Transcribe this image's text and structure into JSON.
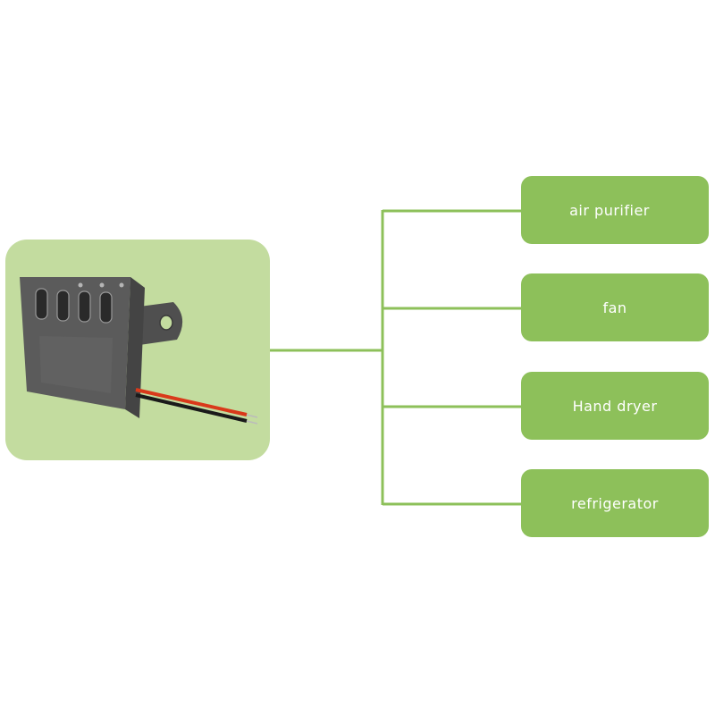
{
  "diagram": {
    "applications": [
      {
        "label": "air purifier"
      },
      {
        "label": "fan"
      },
      {
        "label": "Hand dryer"
      },
      {
        "label": "refrigerator"
      }
    ]
  },
  "colors": {
    "panel_background": "#c3dc9f",
    "box_fill": "#8dc05a",
    "connector_line": "#8dc05a",
    "device_body": "#5b5b5b",
    "wire_red": "#d9391a",
    "wire_black": "#1a1a1a"
  }
}
